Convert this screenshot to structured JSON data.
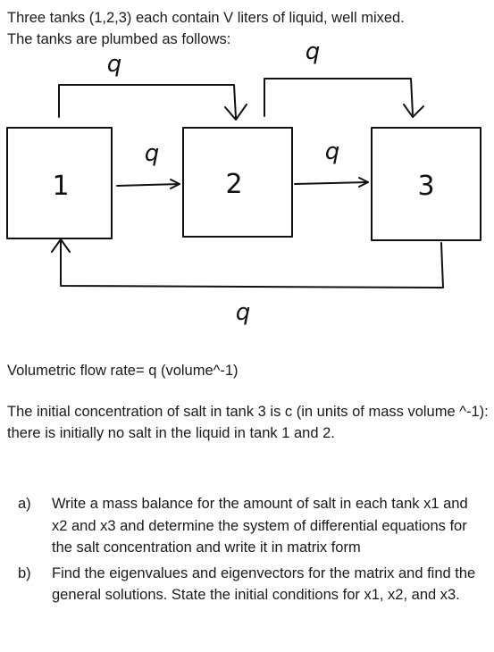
{
  "intro": [
    "Three tanks (1,2,3) each contain V liters of liquid, well mixed.",
    "The tanks are plumbed as follows:"
  ],
  "diagram": {
    "tanks": [
      "1",
      "2",
      "3"
    ],
    "flow_symbol": "q"
  },
  "flow_line": "Volumetric flow rate= q (volume^-1)",
  "paragraph": "The initial concentration of salt in tank 3 is c (in units of mass volume ^-1): there is initially no salt in the liquid in tank 1 and 2.",
  "questions": [
    {
      "marker": "a)",
      "text": "Write a mass balance for the amount of salt in each tank x1 and x2 and x3 and determine the system of differential equations for the salt concentration and write it in matrix form"
    },
    {
      "marker": "b)",
      "text": "Find the eigenvalues and eigenvectors for the matrix and find the general solutions. State the initial conditions for x1, x2, and x3."
    }
  ]
}
